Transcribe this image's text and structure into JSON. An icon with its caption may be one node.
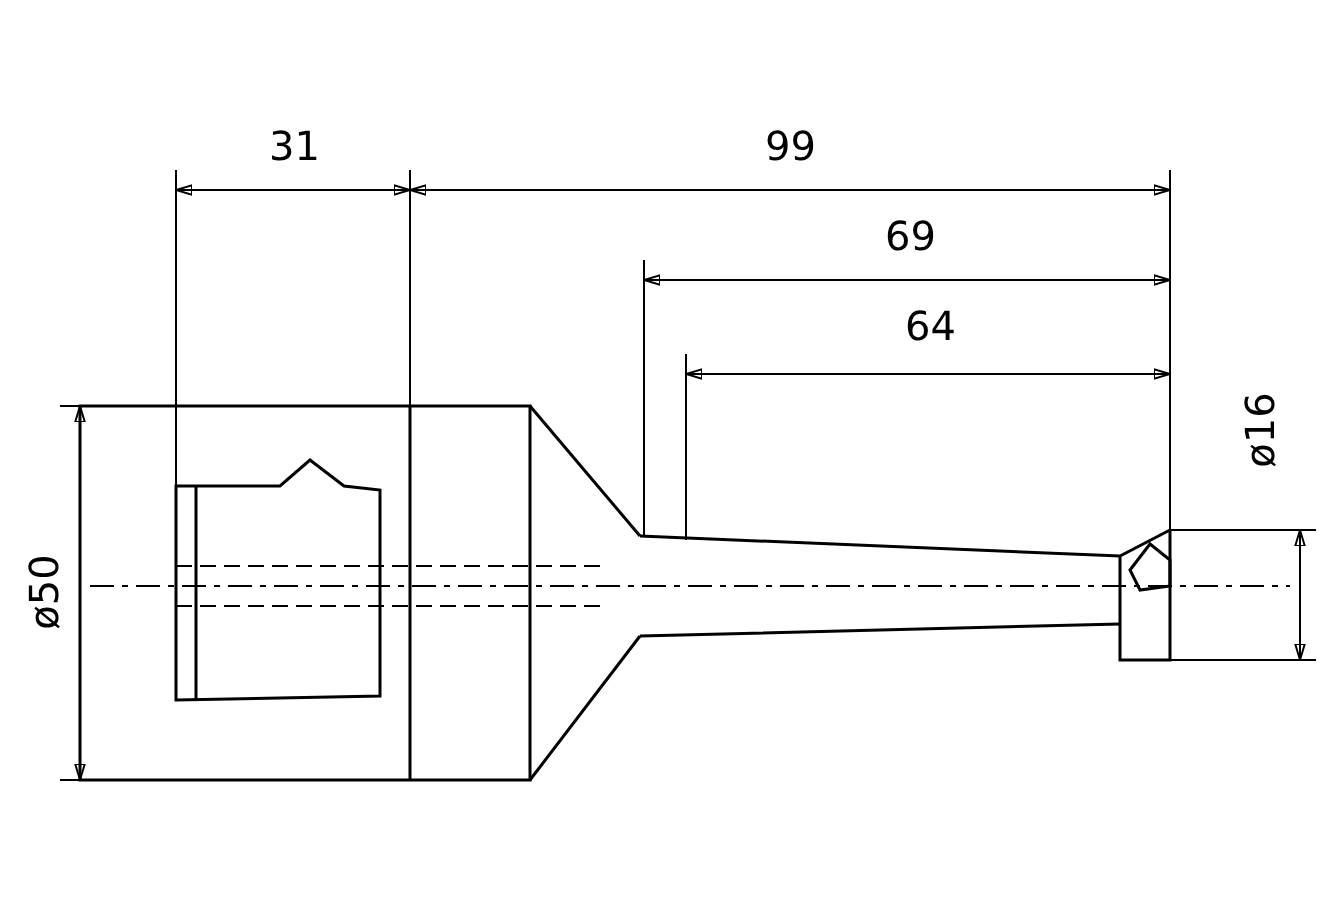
{
  "diagram": {
    "labels": [
      "31",
      "99",
      "69",
      "64",
      "ø16",
      "ø50"
    ]
  }
}
